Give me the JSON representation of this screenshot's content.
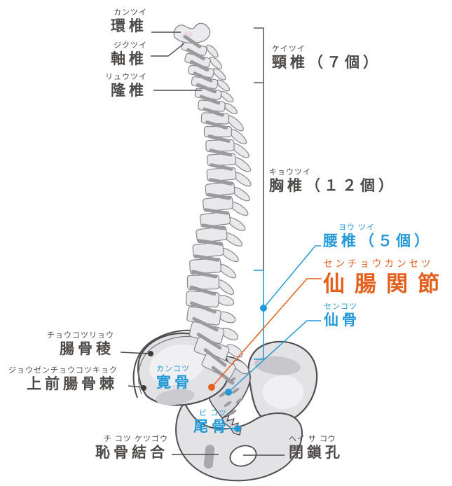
{
  "figure": {
    "subject": "spine-and-pelvis-anatomy-diagram",
    "colors": {
      "accent_blue": "#2499d8",
      "accent_orange": "#e5601c",
      "text_dark": "#4d4a48",
      "bone_fill": "#e9e9ec",
      "bone_outline": "#87878c",
      "pelvis_outline": "#4e4e52",
      "disc_gray": "#9b9b9f",
      "leader_gray": "#4a4a48"
    }
  },
  "labels": {
    "atlas": {
      "furigana": "カンツイ",
      "text": "環椎"
    },
    "axis": {
      "furigana": "ジクツイ",
      "text": "軸椎"
    },
    "prominens": {
      "furigana": "リュウツイ",
      "text": "隆椎"
    },
    "cervical": {
      "furigana": "ケイツイ",
      "text": "頸椎（７個）"
    },
    "thoracic": {
      "furigana": "キョウツイ",
      "text": "胸椎（１２個）"
    },
    "lumbar": {
      "furigana": "ヨウ ツイ",
      "text": "腰椎（５個）"
    },
    "sacroiliac_joint": {
      "furigana": "センチョウカンセツ",
      "text": "仙腸関節"
    },
    "sacrum": {
      "furigana": "センコツ",
      "text": "仙骨"
    },
    "iliac_crest": {
      "furigana": "チョウコツリョウ",
      "text": "腸骨稜"
    },
    "asis": {
      "furigana": "ジョウゼンチョウコツキョク",
      "text": "上前腸骨棘"
    },
    "hip_bone": {
      "furigana": "カンコツ",
      "text": "寛骨"
    },
    "coccyx": {
      "furigana": "ビ コツ",
      "text": "尾骨"
    },
    "pubic_symphysis": {
      "furigana": "チ コツ ケツゴウ",
      "text": "恥骨結合"
    },
    "obturator_foramen": {
      "furigana": "ヘイ サ コウ",
      "text": "閉鎖孔"
    }
  }
}
